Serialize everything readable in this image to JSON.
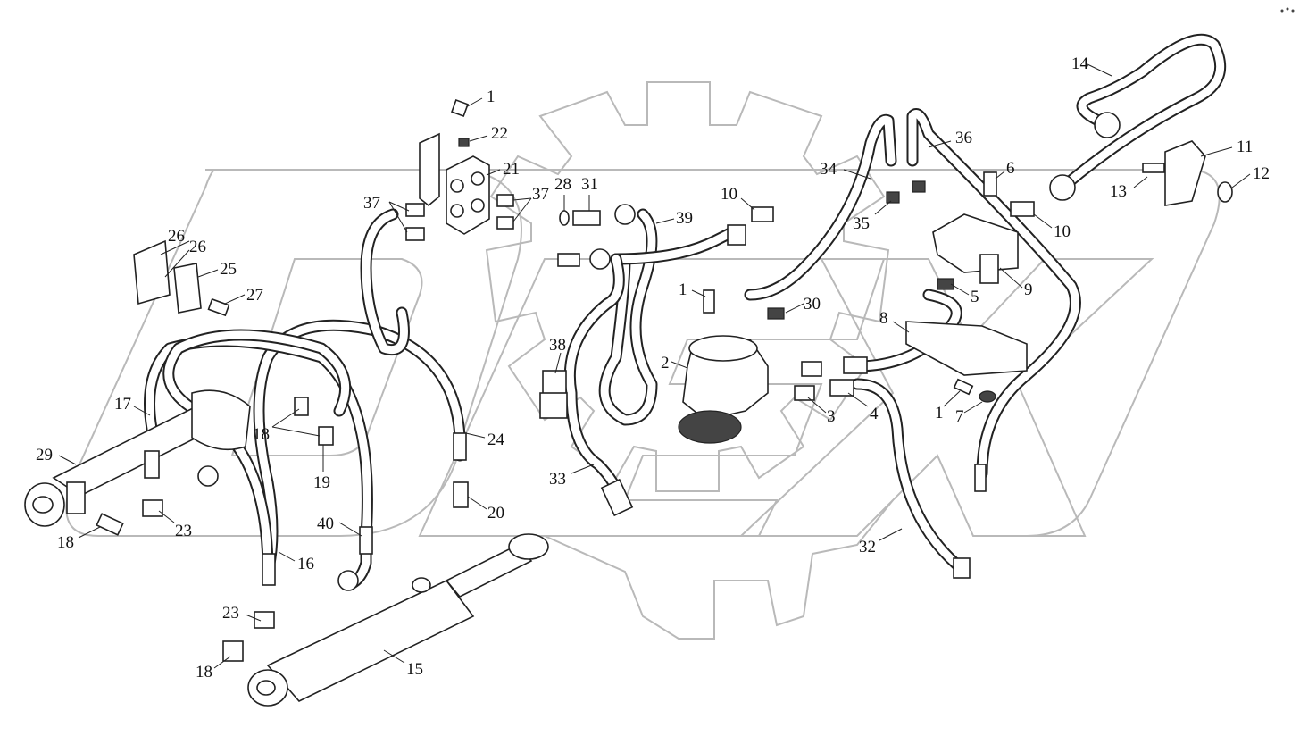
{
  "watermark": {
    "text": "",
    "color": "#b9b9b9"
  },
  "callouts": [
    {
      "id": "c1a",
      "text": "1"
    },
    {
      "id": "c22",
      "text": "22"
    },
    {
      "id": "c21",
      "text": "21"
    },
    {
      "id": "c28",
      "text": "28"
    },
    {
      "id": "c31",
      "text": "31"
    },
    {
      "id": "c37a",
      "text": "37"
    },
    {
      "id": "c37b",
      "text": "37"
    },
    {
      "id": "c39",
      "text": "39"
    },
    {
      "id": "c10a",
      "text": "10"
    },
    {
      "id": "c34",
      "text": "34"
    },
    {
      "id": "c36",
      "text": "36"
    },
    {
      "id": "c35",
      "text": "35"
    },
    {
      "id": "c6",
      "text": "6"
    },
    {
      "id": "c14",
      "text": "14"
    },
    {
      "id": "c11",
      "text": "11"
    },
    {
      "id": "c12",
      "text": "12"
    },
    {
      "id": "c13",
      "text": "13"
    },
    {
      "id": "c10b",
      "text": "10"
    },
    {
      "id": "c26a",
      "text": "26"
    },
    {
      "id": "c26b",
      "text": "26"
    },
    {
      "id": "c25",
      "text": "25"
    },
    {
      "id": "c27",
      "text": "27"
    },
    {
      "id": "c1b",
      "text": "1"
    },
    {
      "id": "c30",
      "text": "30"
    },
    {
      "id": "c5",
      "text": "5"
    },
    {
      "id": "c9",
      "text": "9"
    },
    {
      "id": "c8",
      "text": "8"
    },
    {
      "id": "c38",
      "text": "38"
    },
    {
      "id": "c2",
      "text": "2"
    },
    {
      "id": "c3",
      "text": "3"
    },
    {
      "id": "c4",
      "text": "4"
    },
    {
      "id": "c1c",
      "text": "1"
    },
    {
      "id": "c7",
      "text": "7"
    },
    {
      "id": "c17",
      "text": "17"
    },
    {
      "id": "c18a",
      "text": "18"
    },
    {
      "id": "c19",
      "text": "19"
    },
    {
      "id": "c24",
      "text": "24"
    },
    {
      "id": "c29",
      "text": "29"
    },
    {
      "id": "c33",
      "text": "33"
    },
    {
      "id": "c20",
      "text": "20"
    },
    {
      "id": "c18b",
      "text": "18"
    },
    {
      "id": "c23a",
      "text": "23"
    },
    {
      "id": "c40",
      "text": "40"
    },
    {
      "id": "c16",
      "text": "16"
    },
    {
      "id": "c32",
      "text": "32"
    },
    {
      "id": "c23b",
      "text": "23"
    },
    {
      "id": "c18c",
      "text": "18"
    },
    {
      "id": "c15",
      "text": "15"
    }
  ]
}
